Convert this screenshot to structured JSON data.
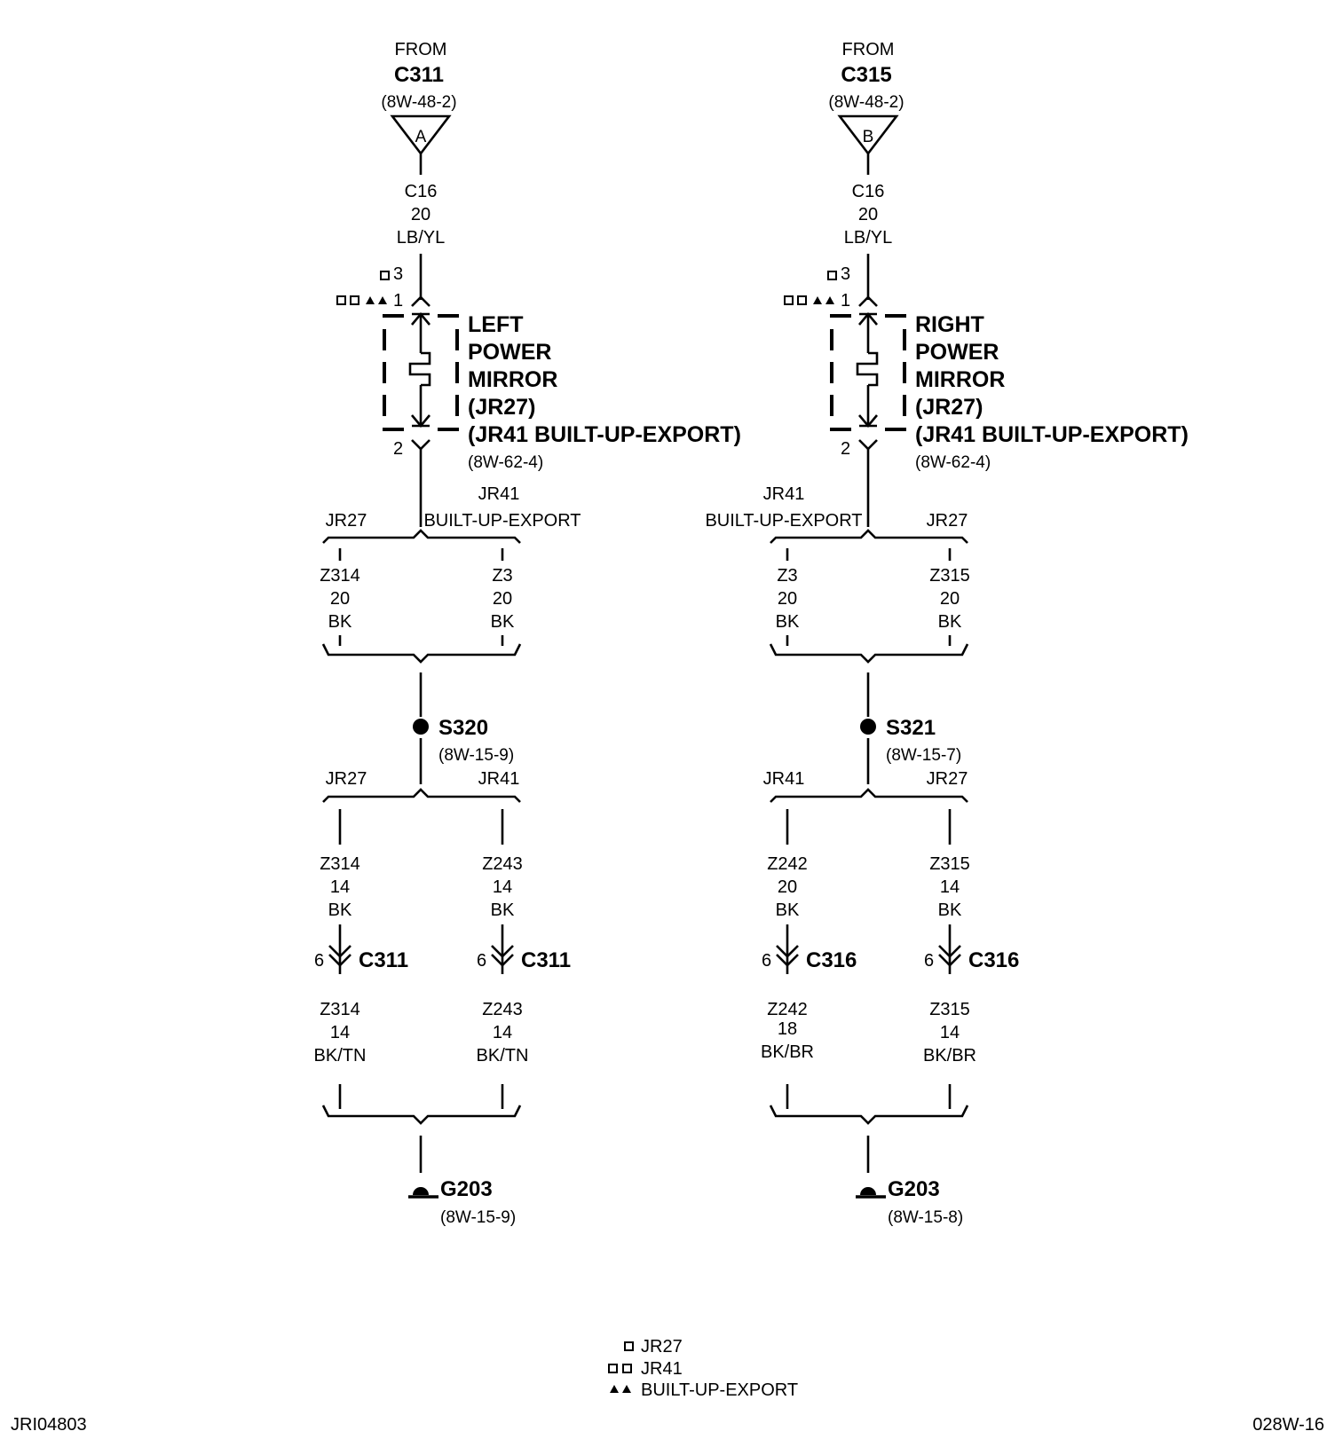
{
  "left": {
    "from_label": "FROM",
    "from_connector": "C311",
    "from_ref": "(8W-48-2)",
    "from_letter": "A",
    "input_wire": {
      "circuit": "C16",
      "gauge": "20",
      "color": "LB/YL"
    },
    "pin3": "3",
    "pin1": "1",
    "pin2": "2",
    "component_lines": [
      "LEFT",
      "POWER",
      "MIRROR",
      "(JR27)",
      "(JR41 BUILT-UP-EXPORT)"
    ],
    "component_ref": "(8W-62-4)",
    "branch1_labels": {
      "left": "JR27",
      "right_top": "JR41",
      "right": "BUILT-UP-EXPORT"
    },
    "wire_a": {
      "circuit": "Z314",
      "gauge": "20",
      "color": "BK"
    },
    "wire_b": {
      "circuit": "Z3",
      "gauge": "20",
      "color": "BK"
    },
    "splice": "S320",
    "splice_ref": "(8W-15-9)",
    "branch2_labels": {
      "left": "JR27",
      "right": "JR41"
    },
    "wire_c": {
      "circuit": "Z314",
      "gauge": "14",
      "color": "BK"
    },
    "wire_d": {
      "circuit": "Z243",
      "gauge": "14",
      "color": "BK"
    },
    "conn_c": {
      "pin": "6",
      "name": "C311"
    },
    "conn_d": {
      "pin": "6",
      "name": "C311"
    },
    "wire_e": {
      "circuit": "Z314",
      "gauge": "14",
      "color": "BK/TN"
    },
    "wire_f": {
      "circuit": "Z243",
      "gauge": "14",
      "color": "BK/TN"
    },
    "ground": "G203",
    "ground_ref": "(8W-15-9)"
  },
  "right": {
    "from_label": "FROM",
    "from_connector": "C315",
    "from_ref": "(8W-48-2)",
    "from_letter": "B",
    "input_wire": {
      "circuit": "C16",
      "gauge": "20",
      "color": "LB/YL"
    },
    "pin3": "3",
    "pin1": "1",
    "pin2": "2",
    "component_lines": [
      "RIGHT",
      "POWER",
      "MIRROR",
      "(JR27)",
      "(JR41 BUILT-UP-EXPORT)"
    ],
    "component_ref": "(8W-62-4)",
    "branch1_labels": {
      "left_top": "JR41",
      "left": "BUILT-UP-EXPORT",
      "right": "JR27"
    },
    "wire_a": {
      "circuit": "Z3",
      "gauge": "20",
      "color": "BK"
    },
    "wire_b": {
      "circuit": "Z315",
      "gauge": "20",
      "color": "BK"
    },
    "splice": "S321",
    "splice_ref": "(8W-15-7)",
    "branch2_labels": {
      "left": "JR41",
      "right": "JR27"
    },
    "wire_c": {
      "circuit": "Z242",
      "gauge": "20",
      "color": "BK"
    },
    "wire_d": {
      "circuit": "Z315",
      "gauge": "14",
      "color": "BK"
    },
    "conn_c": {
      "pin": "6",
      "name": "C316"
    },
    "conn_d": {
      "pin": "6",
      "name": "C316"
    },
    "wire_e": {
      "circuit": "Z242",
      "gauge": "18",
      "color": "BK/BR"
    },
    "wire_f": {
      "circuit": "Z315",
      "gauge": "14",
      "color": "BK/BR"
    },
    "ground": "G203",
    "ground_ref": "(8W-15-8)"
  },
  "legend": [
    {
      "symbol": "single-square",
      "label": "JR27"
    },
    {
      "symbol": "double-square",
      "label": "JR41"
    },
    {
      "symbol": "double-triangle",
      "label": "BUILT-UP-EXPORT"
    }
  ],
  "footer": {
    "left_code": "JRI04803",
    "right_code": "028W-16"
  }
}
